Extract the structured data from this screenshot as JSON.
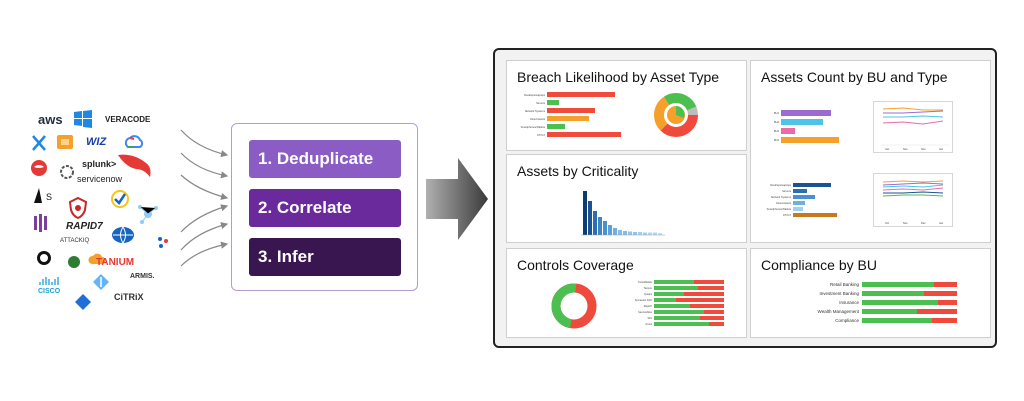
{
  "logos": {
    "aws": "aws",
    "wiz": "WIZ",
    "veracode": "VERACODE",
    "splunk": "splunk>",
    "servicenow": "servicenow",
    "rapid7": "RAPID7",
    "attackiq": "ATTACKIQ",
    "tanium": "TANIUM",
    "armis": "ARMIS.",
    "cisco": "CISCO",
    "citrix": "CiTRiX"
  },
  "steps": {
    "deduplicate": "1. Deduplicate",
    "correlate": "2. Correlate",
    "infer": "3. Infer"
  },
  "dashboard": {
    "breach": {
      "title": "Breach Likelihood by Asset Type",
      "labels": [
        "Desktops/Laptops",
        "Servers",
        "Network Systems",
        "Cloud Assets",
        "Smartphones/Tablets",
        "OT/IoT"
      ]
    },
    "assets_bu": {
      "title": "Assets Count by BU and Type",
      "bu_labels": [
        "BU1",
        "BU2",
        "BU3",
        "BU4"
      ],
      "type_labels": [
        "Desktops/Laptops",
        "Servers",
        "Network Systems",
        "Cloud Assets",
        "Smartphones/Tablets",
        "OT/IoT"
      ],
      "months_top": [
        "Jan",
        "Nov",
        "Nov",
        "Jan"
      ],
      "months_bottom": [
        "Oct",
        "Nov",
        "Dec",
        "Jan"
      ]
    },
    "criticality": {
      "title": "Assets by Criticality"
    },
    "controls": {
      "title": "Controls Coverage",
      "labels": [
        "CrowdStrike",
        "Tanium",
        "Qualys",
        "Symantec DLP",
        "Rapid7",
        "ServiceNow",
        "Wiz",
        "Armis"
      ]
    },
    "compliance": {
      "title": "Compliance by BU",
      "labels": [
        "Retail Banking",
        "Investment Banking",
        "Insurance",
        "Wealth Management",
        "Compliance"
      ]
    }
  },
  "colors": {
    "step1": "#8b5cc4",
    "step2": "#6a2a9c",
    "step3": "#3a1650",
    "red": "#f04a3c",
    "green": "#4bbf50",
    "orange": "#f5a02a",
    "blue": "#2b6fb0"
  }
}
